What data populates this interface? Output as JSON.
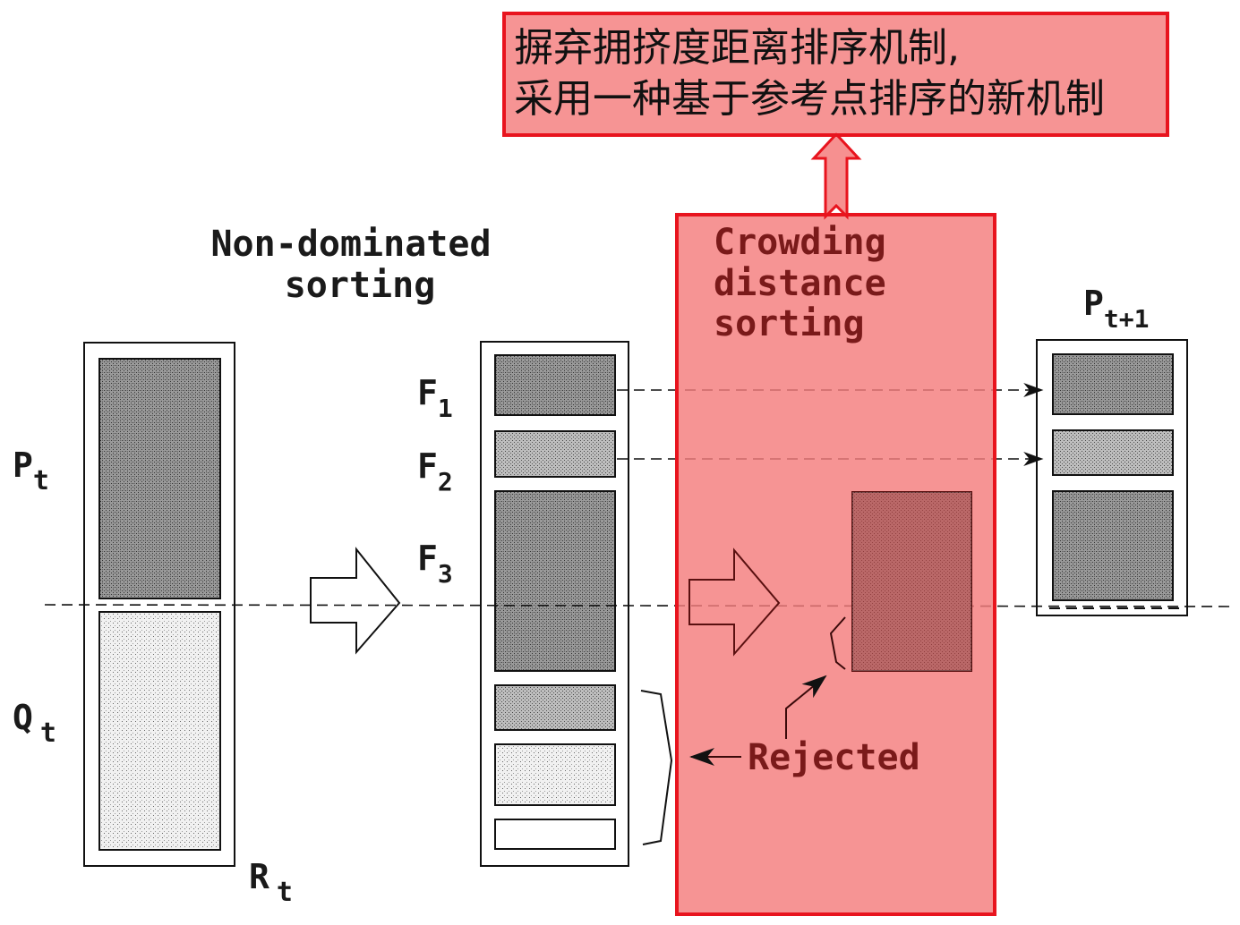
{
  "note": {
    "line1": "摒弃拥挤度距离排序机制,",
    "line2": "采用一种基于参考点排序的新机制"
  },
  "labels": {
    "nds_line1": "Non-dominated",
    "nds_line2": "sorting",
    "cds_line1": "Crowding",
    "cds_line2": "distance",
    "cds_line3": "sorting",
    "rejected": "Rejected"
  },
  "symbols": {
    "pt_main": "P",
    "pt_sub": "t",
    "qt_main": "Q",
    "qt_sub": "t",
    "rt_main": "R",
    "rt_sub": "t",
    "f1_main": "F",
    "f1_sub": "1",
    "f2_main": "F",
    "f2_sub": "2",
    "f3_main": "F",
    "f3_sub": "3",
    "pt1_main": "P",
    "pt1_sub": "t+1"
  },
  "colors": {
    "highlight_fill": "#f47c7c",
    "highlight_border": "#e8141e",
    "dense_fill": "#8a8a8a",
    "medium_fill": "#a8a8a8",
    "light_fill": "#e2e2e2",
    "rejected_block_fill": "#b83a3a"
  }
}
